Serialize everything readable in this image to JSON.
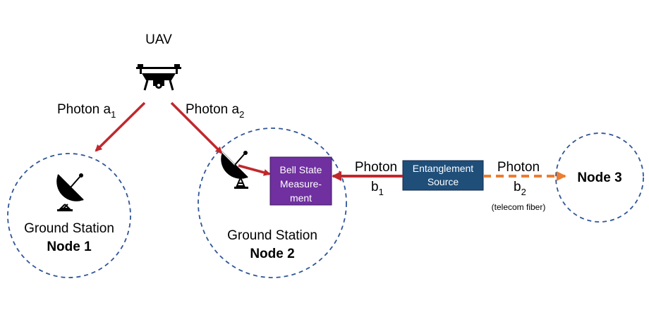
{
  "uav": {
    "label": "UAV",
    "icon": "drone-icon"
  },
  "photons": {
    "a1": {
      "word": "Photon a",
      "sub": "1"
    },
    "a2": {
      "word": "Photon a",
      "sub": "2"
    },
    "b1": {
      "word": "Photon",
      "letter": "b",
      "sub": "1"
    },
    "b2": {
      "word": "Photon",
      "letter": "b",
      "sub": "2",
      "note": "(telecom fiber)"
    }
  },
  "nodes": {
    "node1": {
      "line1": "Ground Station",
      "line2": "Node 1",
      "icon": "satellite-dish-icon"
    },
    "node2": {
      "line1": "Ground Station",
      "line2": "Node 2",
      "icon": "satellite-dish-icon"
    },
    "node3": {
      "line1": "Node 3"
    }
  },
  "boxes": {
    "bsm": {
      "lines": [
        "Bell State",
        "Measure-",
        "ment"
      ],
      "color": "#7030a0"
    },
    "source": {
      "lines": [
        "Entanglement",
        "Source"
      ],
      "color": "#1f4e79"
    }
  },
  "colors": {
    "red_arrow": "#c0282d",
    "orange_arrow": "#ed7d31",
    "circle_dash": "#2f5597"
  }
}
